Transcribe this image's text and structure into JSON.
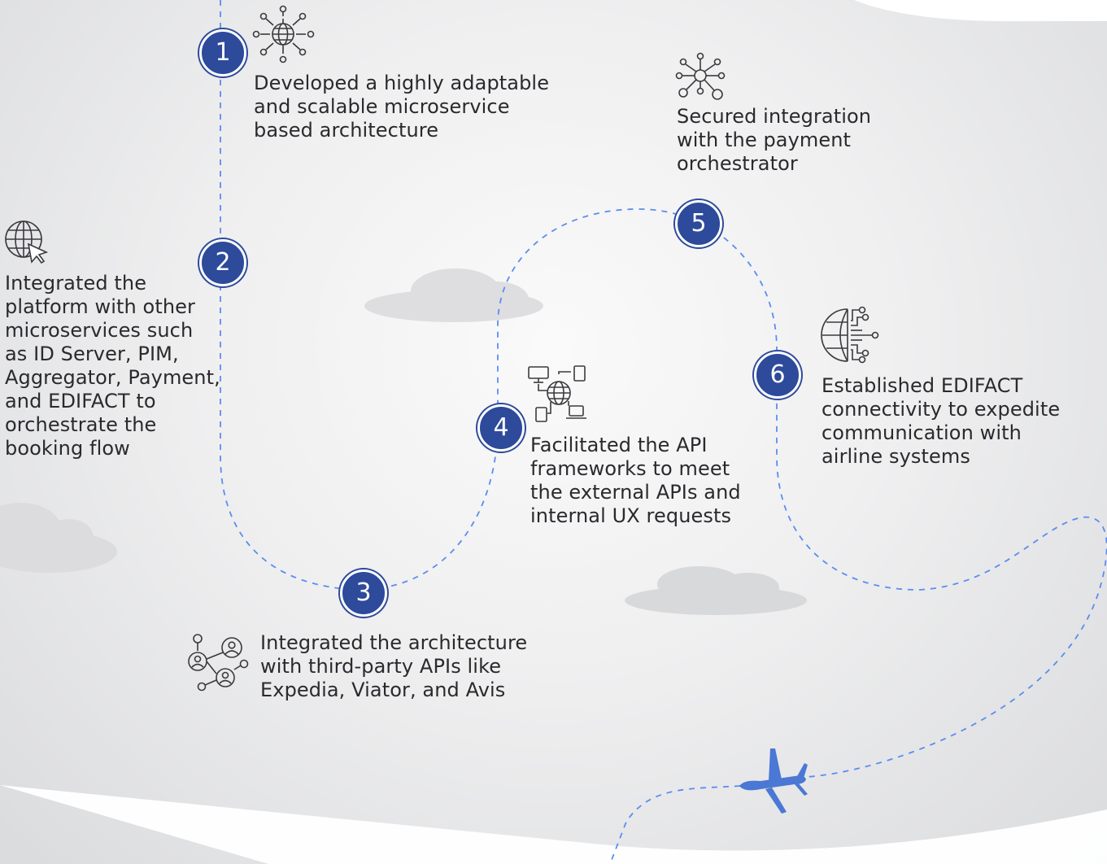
{
  "colors": {
    "accent": "#2d4a9b",
    "path": "#5b8def",
    "plane": "#4a78d4",
    "text": "#2a2a2e",
    "icon_stroke": "#3a3a3e"
  },
  "steps": [
    {
      "number": "1",
      "icon": "network-globe-icon",
      "text": "Developed a highly adaptable\nand scalable microservice\nbased architecture"
    },
    {
      "number": "2",
      "icon": "globe-cursor-icon",
      "text": "Integrated the\nplatform with other\nmicroservices such\nas ID Server, PIM,\nAggregator, Payment,\nand EDIFACT to\norchestrate the\nbooking flow"
    },
    {
      "number": "3",
      "icon": "connected-users-icon",
      "text": "Integrated the architecture\nwith third-party APIs like\nExpedia, Viator, and Avis"
    },
    {
      "number": "4",
      "icon": "devices-globe-icon",
      "text": "Facilitated the API\nframeworks to meet\nthe external APIs and\ninternal UX requests"
    },
    {
      "number": "5",
      "icon": "hub-network-icon",
      "text": "Secured integration\nwith the payment\norchestrator"
    },
    {
      "number": "6",
      "icon": "digital-globe-icon",
      "text": "Established EDIFACT\nconnectivity to expedite\ncommunication with\nairline systems"
    }
  ],
  "decor": {
    "plane": "airplane-icon"
  }
}
